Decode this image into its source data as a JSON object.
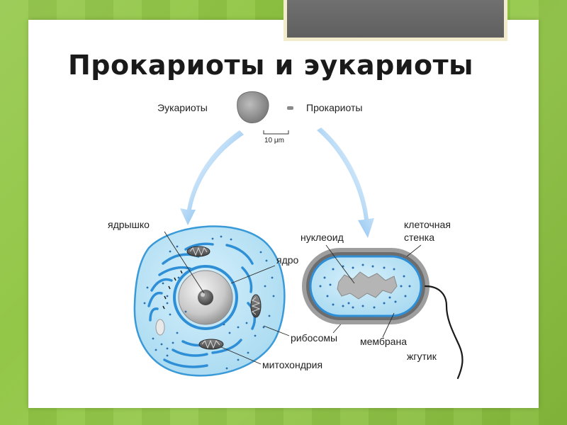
{
  "title": "Прокариоты и эукариоты",
  "size_comparison": {
    "eukaryote_label": "Эукариоты",
    "prokaryote_label": "Прокариоты",
    "scale_bar": "10 μm"
  },
  "eukaryote_labels": {
    "nucleolus": "ядрышко",
    "nucleus": "ядро",
    "ribosomes": "рибосомы",
    "mitochondrion": "митохондрия"
  },
  "prokaryote_labels": {
    "nucleoid": "нуклеоид",
    "cell_wall_line1": "клеточная",
    "cell_wall_line2": "стенка",
    "membrane": "мембрана",
    "flagellum": "жгутик"
  },
  "colors": {
    "background": "#8dc43e",
    "cytoplasm": "#bfe6f7",
    "organelle_blue": "#2f8fd6",
    "arrow_blue": "#2b8ee0",
    "cell_grey": "#8a8a8a"
  }
}
